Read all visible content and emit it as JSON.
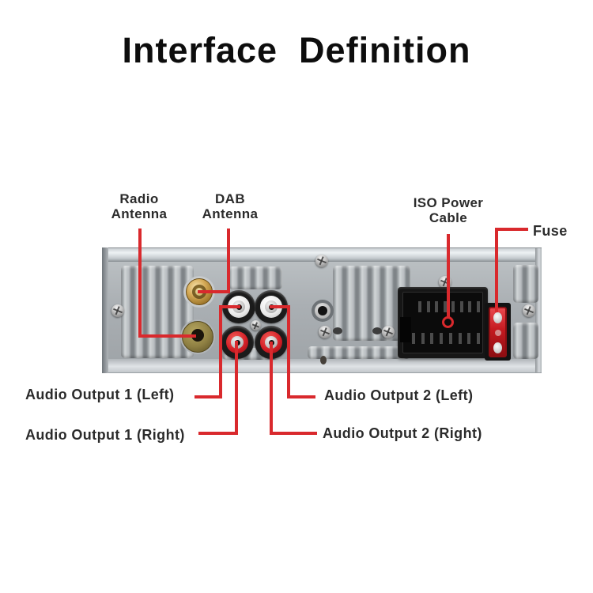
{
  "title": "Interface  Definition",
  "colors": {
    "annotation": "#d9292d",
    "title": "#0d0d0d",
    "label": "#2b2b2b",
    "panel": "#abb0b4",
    "black": "#161616",
    "fuse": "#c41a20",
    "gold": "#c79a4b"
  },
  "callouts": {
    "radio_antenna": "Radio\nAntenna",
    "dab_antenna": "DAB\nAntenna",
    "iso_power_cable": "ISO Power\nCable",
    "fuse": "Fuse",
    "audio_output_1_left": "Audio Output 1 (Left)",
    "audio_output_1_right": "Audio Output 1 (Right)",
    "audio_output_2_left": "Audio Output 2 (Left)",
    "audio_output_2_right": "Audio Output 2 (Right)"
  }
}
